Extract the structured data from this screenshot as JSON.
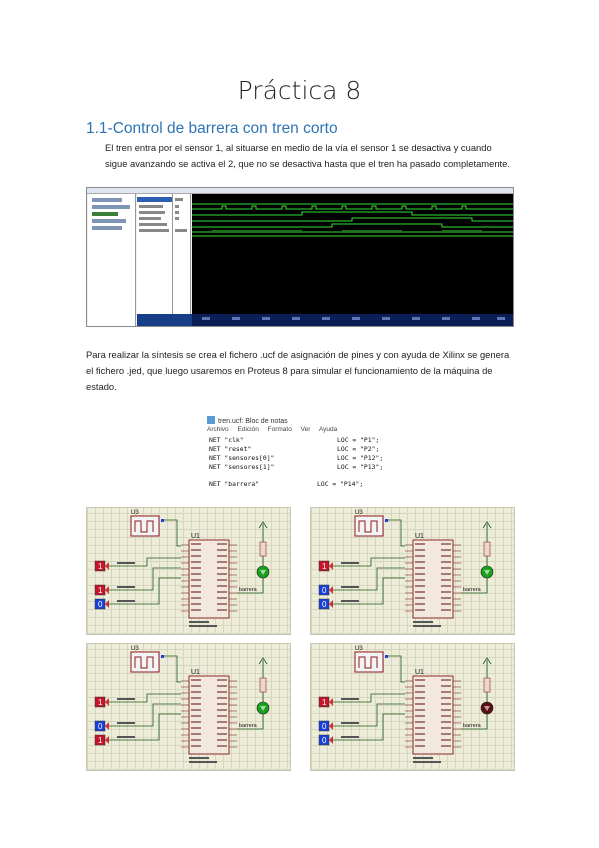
{
  "document": {
    "title": "Práctica 8",
    "section_heading": "1.1-Control de barrera con tren corto",
    "paragraph_1": "El tren entra por el sensor 1, al situarse en medio de la vía el sensor 1 se desactiva y cuando sigue avanzando se activa el 2, que no se desactiva hasta que el tren ha pasado completamente.",
    "paragraph_2": "Para realizar la síntesis se crea el fichero .ucf de asignación de pines y con ayuda de Xilinx se genera el fichero .jed, que luego usaremos en Proteus 8 para simular el funcionamiento de la máquina de estado."
  },
  "notepad": {
    "window_title": "tren.ucf: Bloc de notas",
    "menu": [
      "Archivo",
      "Edición",
      "Formato",
      "Ver",
      "Ayuda"
    ],
    "lines": [
      {
        "net": "NET \"clk\"",
        "loc": "LOC = \"P1\";"
      },
      {
        "net": "NET \"reset\"",
        "loc": "LOC = \"P2\";"
      },
      {
        "net": "NET \"sensores[0]\"",
        "loc": "LOC = \"P12\";"
      },
      {
        "net": "NET \"sensores[1]\"",
        "loc": "LOC = \"P13\";"
      },
      {
        "net": "NET \"barrera\"",
        "loc": "LOC = \"P14\";"
      }
    ]
  },
  "circuits": {
    "clock_label": "U3",
    "chip_label": "U1",
    "output_label": "barrera",
    "panels": [
      {
        "inputs": [
          "1",
          "1",
          "0"
        ],
        "led": "on"
      },
      {
        "inputs": [
          "1",
          "0",
          "0"
        ],
        "led": "on"
      },
      {
        "inputs": [
          "1",
          "0",
          "1"
        ],
        "led": "on"
      },
      {
        "inputs": [
          "1",
          "0",
          "0"
        ],
        "led": "off"
      }
    ],
    "colors": {
      "logic_high": "#c0152a",
      "logic_low": "#1a3fd6",
      "led_on": "#1aa31a",
      "led_off": "#5a1010",
      "wire": "#1c5a1c"
    }
  }
}
